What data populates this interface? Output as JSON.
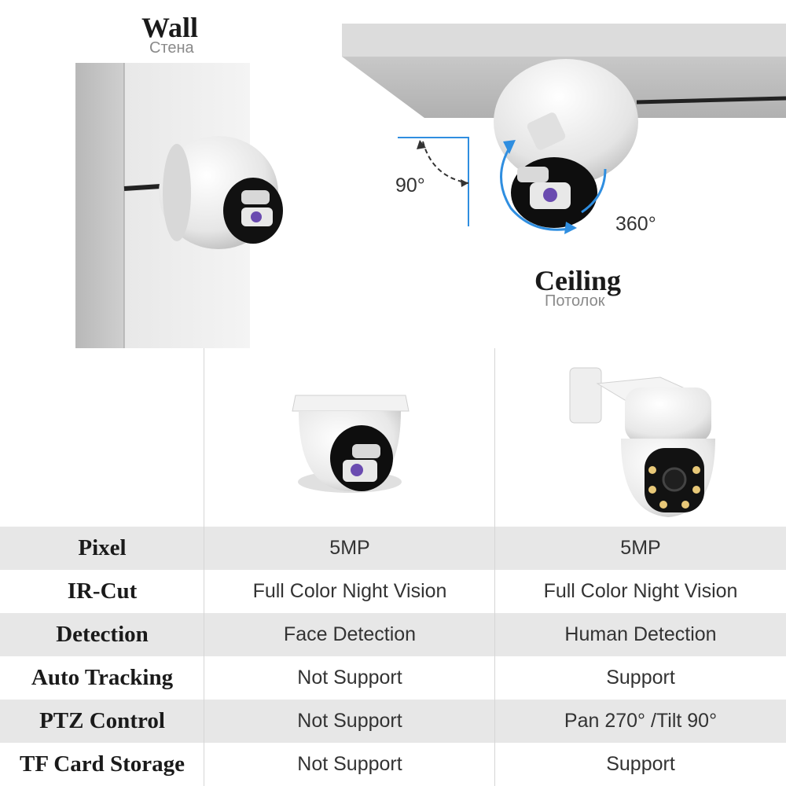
{
  "wall": {
    "title": "Wall",
    "subtitle": "Стена"
  },
  "ceiling": {
    "title": "Ceiling",
    "subtitle": "Потолок"
  },
  "angles": {
    "tilt": "90°",
    "rotate": "360°"
  },
  "colors": {
    "row_gray": "#e7e7e7",
    "arrow_blue": "#2f8ee0",
    "wall_gray": "#c4c4c4"
  },
  "products": [
    {
      "icon": "dome-camera-icon"
    },
    {
      "icon": "ptz-camera-icon"
    }
  ],
  "specs": [
    {
      "label": "Pixel",
      "dome": "5MP",
      "ptz": "5MP"
    },
    {
      "label": "IR-Cut",
      "dome": "Full Color Night Vision",
      "ptz": "Full Color Night Vision"
    },
    {
      "label": "Detection",
      "dome": "Face Detection",
      "ptz": "Human Detection"
    },
    {
      "label": "Auto Tracking",
      "dome": "Not Support",
      "ptz": "Support"
    },
    {
      "label": "PTZ Control",
      "dome": "Not Support",
      "ptz": "Pan 270° /Tilt 90°"
    },
    {
      "label": "TF Card Storage",
      "dome": "Not Support",
      "ptz": "Support"
    }
  ]
}
